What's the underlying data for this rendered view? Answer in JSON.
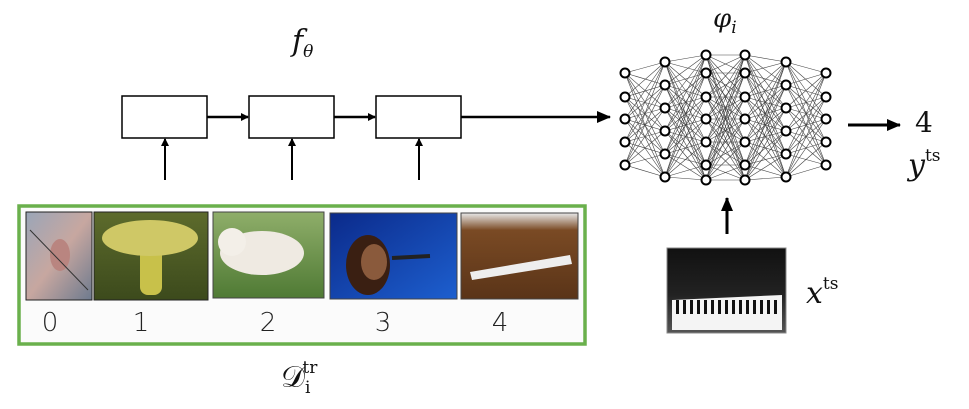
{
  "meta_learner": {
    "symbol": "f",
    "subscript": "θ"
  },
  "model": {
    "symbol": "φ",
    "subscript": "i"
  },
  "train_set": {
    "symbol": "𝒟",
    "subscript": "i",
    "superscript": "tr",
    "items": [
      {
        "label": "0",
        "image": "bird"
      },
      {
        "label": "1",
        "image": "mushroom"
      },
      {
        "label": "2",
        "image": "dog"
      },
      {
        "label": "3",
        "image": "singer"
      },
      {
        "label": "4",
        "image": "piano"
      }
    ]
  },
  "test_input": {
    "symbol": "x",
    "superscript": "ts",
    "image": "piano"
  },
  "prediction": {
    "value": "4",
    "symbol": "y",
    "superscript": "ts"
  },
  "colors": {
    "frame": "#6ab04c",
    "line": "#000000"
  }
}
